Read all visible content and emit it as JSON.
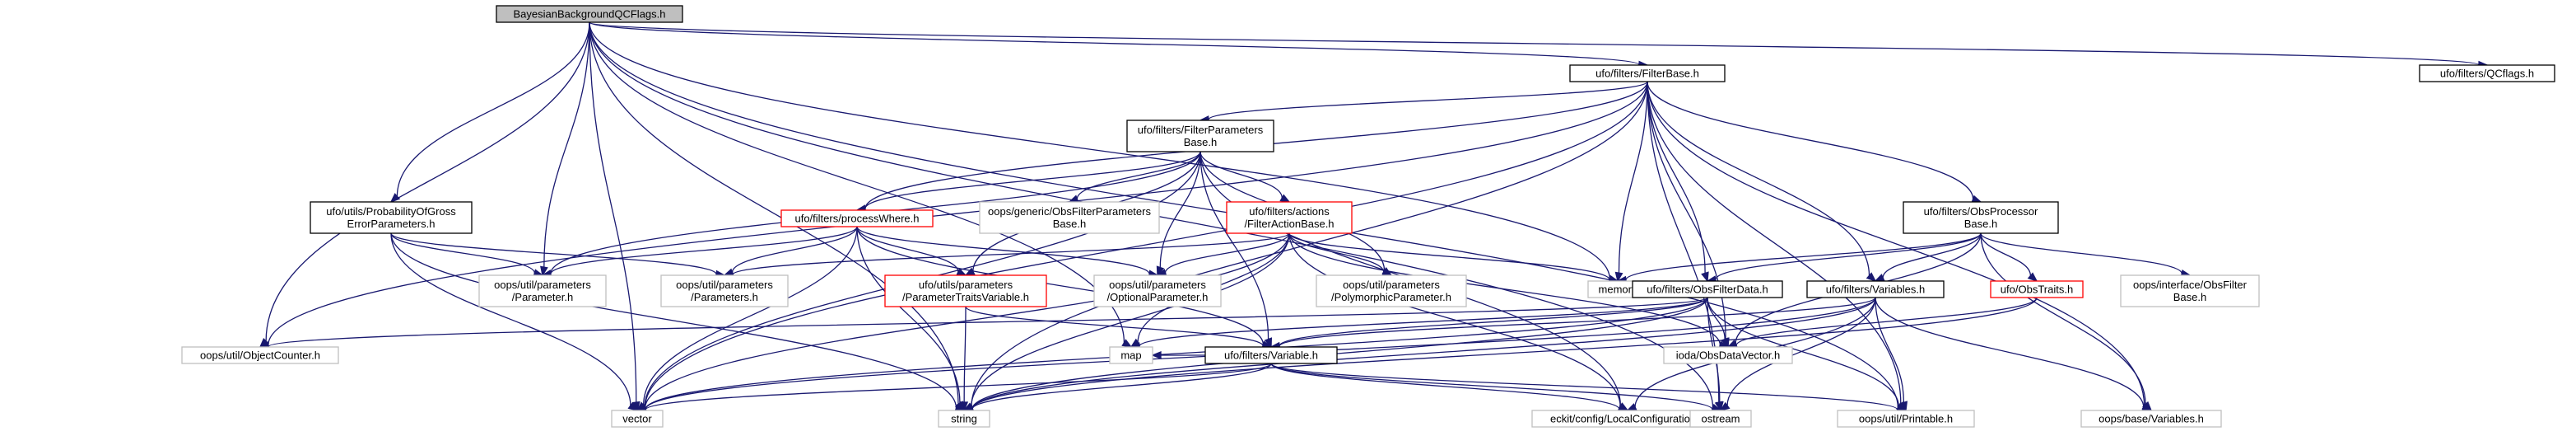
{
  "colors": {
    "edge": "#191970",
    "root_fill": "#bfbfbf",
    "root_border": "#000000",
    "normal_border": "#000000",
    "external_border": "#bfbfbf",
    "truncated_border": "#ff0000",
    "node_fill": "#ffffff"
  },
  "nodes": {
    "root": {
      "lines": [
        "BayesianBackgroundQCFlags.h"
      ],
      "style": "root"
    },
    "filterbase": {
      "lines": [
        "ufo/filters/FilterBase.h"
      ],
      "style": "normal"
    },
    "qcflags": {
      "lines": [
        "ufo/filters/QCflags.h"
      ],
      "style": "normal"
    },
    "fpbase": {
      "lines": [
        "ufo/filters/FilterParameters",
        "Base.h"
      ],
      "style": "normal"
    },
    "probgross": {
      "lines": [
        "ufo/utils/ProbabilityOfGross",
        "ErrorParameters.h"
      ],
      "style": "normal"
    },
    "processwhere": {
      "lines": [
        "ufo/filters/processWhere.h"
      ],
      "style": "truncated"
    },
    "obsfpbase": {
      "lines": [
        "oops/generic/ObsFilterParameters",
        "Base.h"
      ],
      "style": "external"
    },
    "filteraction": {
      "lines": [
        "ufo/filters/actions",
        "/FilterActionBase.h"
      ],
      "style": "truncated"
    },
    "obsprocbase": {
      "lines": [
        "ufo/filters/ObsProcessor",
        "Base.h"
      ],
      "style": "normal"
    },
    "parameter": {
      "lines": [
        "oops/util/parameters",
        "/Parameter.h"
      ],
      "style": "external"
    },
    "parameters": {
      "lines": [
        "oops/util/parameters",
        "/Parameters.h"
      ],
      "style": "external"
    },
    "paramtraits": {
      "lines": [
        "ufo/utils/parameters",
        "/ParameterTraitsVariable.h"
      ],
      "style": "truncated"
    },
    "optparam": {
      "lines": [
        "oops/util/parameters",
        "/OptionalParameter.h"
      ],
      "style": "external"
    },
    "polyparam": {
      "lines": [
        "oops/util/parameters",
        "/PolymorphicParameter.h"
      ],
      "style": "external"
    },
    "memory": {
      "lines": [
        "memory"
      ],
      "style": "external"
    },
    "obsfilterdata": {
      "lines": [
        "ufo/filters/ObsFilterData.h"
      ],
      "style": "normal"
    },
    "variables": {
      "lines": [
        "ufo/filters/Variables.h"
      ],
      "style": "normal"
    },
    "obstraits": {
      "lines": [
        "ufo/ObsTraits.h"
      ],
      "style": "truncated"
    },
    "obsfilterbase": {
      "lines": [
        "oops/interface/ObsFilter",
        "Base.h"
      ],
      "style": "external"
    },
    "objcounter": {
      "lines": [
        "oops/util/ObjectCounter.h"
      ],
      "style": "external"
    },
    "map": {
      "lines": [
        "map"
      ],
      "style": "external"
    },
    "variable": {
      "lines": [
        "ufo/filters/Variable.h"
      ],
      "style": "normal"
    },
    "iodavector": {
      "lines": [
        "ioda/ObsDataVector.h"
      ],
      "style": "external"
    },
    "vector": {
      "lines": [
        "vector"
      ],
      "style": "external"
    },
    "string": {
      "lines": [
        "string"
      ],
      "style": "external"
    },
    "localconf": {
      "lines": [
        "eckit/config/LocalConfiguration.h"
      ],
      "style": "external"
    },
    "ostream": {
      "lines": [
        "ostream"
      ],
      "style": "external"
    },
    "printable": {
      "lines": [
        "oops/util/Printable.h"
      ],
      "style": "external"
    },
    "basevars": {
      "lines": [
        "oops/base/Variables.h"
      ],
      "style": "external"
    }
  },
  "edges": [
    [
      "root",
      "filterbase"
    ],
    [
      "root",
      "qcflags"
    ],
    [
      "root",
      "probgross"
    ],
    [
      "root",
      "parameter"
    ],
    [
      "root",
      "objcounter"
    ],
    [
      "root",
      "map"
    ],
    [
      "root",
      "vector"
    ],
    [
      "root",
      "string"
    ],
    [
      "root",
      "memory"
    ],
    [
      "root",
      "ostream"
    ],
    [
      "root",
      "printable"
    ],
    [
      "filterbase",
      "fpbase"
    ],
    [
      "filterbase",
      "processwhere"
    ],
    [
      "filterbase",
      "obsprocbase"
    ],
    [
      "filterbase",
      "memory"
    ],
    [
      "filterbase",
      "obsfilterdata"
    ],
    [
      "filterbase",
      "variables"
    ],
    [
      "filterbase",
      "objcounter"
    ],
    [
      "filterbase",
      "vector"
    ],
    [
      "filterbase",
      "string"
    ],
    [
      "filterbase",
      "iodavector"
    ],
    [
      "filterbase",
      "ostream"
    ],
    [
      "filterbase",
      "printable"
    ],
    [
      "filterbase",
      "basevars"
    ],
    [
      "fpbase",
      "processwhere"
    ],
    [
      "fpbase",
      "obsfpbase"
    ],
    [
      "fpbase",
      "filteraction"
    ],
    [
      "fpbase",
      "parameter"
    ],
    [
      "fpbase",
      "optparam"
    ],
    [
      "fpbase",
      "polyparam"
    ],
    [
      "fpbase",
      "paramtraits"
    ],
    [
      "fpbase",
      "variable"
    ],
    [
      "fpbase",
      "localconf"
    ],
    [
      "fpbase",
      "vector"
    ],
    [
      "probgross",
      "parameter"
    ],
    [
      "probgross",
      "parameters"
    ],
    [
      "probgross",
      "vector"
    ],
    [
      "probgross",
      "string"
    ],
    [
      "processwhere",
      "parameter"
    ],
    [
      "processwhere",
      "parameters"
    ],
    [
      "processwhere",
      "paramtraits"
    ],
    [
      "processwhere",
      "optparam"
    ],
    [
      "processwhere",
      "variable"
    ],
    [
      "processwhere",
      "vector"
    ],
    [
      "processwhere",
      "string"
    ],
    [
      "filteraction",
      "parameters"
    ],
    [
      "filteraction",
      "optparam"
    ],
    [
      "filteraction",
      "polyparam"
    ],
    [
      "filteraction",
      "memory"
    ],
    [
      "filteraction",
      "iodavector"
    ],
    [
      "filteraction",
      "map"
    ],
    [
      "filteraction",
      "vector"
    ],
    [
      "filteraction",
      "string"
    ],
    [
      "filteraction",
      "localconf"
    ],
    [
      "paramtraits",
      "variable"
    ],
    [
      "paramtraits",
      "string"
    ],
    [
      "obsprocbase",
      "memory"
    ],
    [
      "obsprocbase",
      "obsfilterdata"
    ],
    [
      "obsprocbase",
      "variables"
    ],
    [
      "obsprocbase",
      "obstraits"
    ],
    [
      "obsprocbase",
      "obsfilterbase"
    ],
    [
      "obsprocbase",
      "iodavector"
    ],
    [
      "obsprocbase",
      "basevars"
    ],
    [
      "obsfilterdata",
      "objcounter"
    ],
    [
      "obsfilterdata",
      "map"
    ],
    [
      "obsfilterdata",
      "variable"
    ],
    [
      "obsfilterdata",
      "iodavector"
    ],
    [
      "obsfilterdata",
      "vector"
    ],
    [
      "obsfilterdata",
      "string"
    ],
    [
      "obsfilterdata",
      "ostream"
    ],
    [
      "obsfilterdata",
      "printable"
    ],
    [
      "variables",
      "variable"
    ],
    [
      "variables",
      "vector"
    ],
    [
      "variables",
      "string"
    ],
    [
      "variables",
      "localconf"
    ],
    [
      "variables",
      "ostream"
    ],
    [
      "variables",
      "printable"
    ],
    [
      "variables",
      "basevars"
    ],
    [
      "obstraits",
      "iodavector"
    ],
    [
      "obstraits",
      "string"
    ],
    [
      "variable",
      "map"
    ],
    [
      "variable",
      "vector"
    ],
    [
      "variable",
      "string"
    ],
    [
      "variable",
      "localconf"
    ],
    [
      "variable",
      "ostream"
    ],
    [
      "variable",
      "printable"
    ]
  ]
}
